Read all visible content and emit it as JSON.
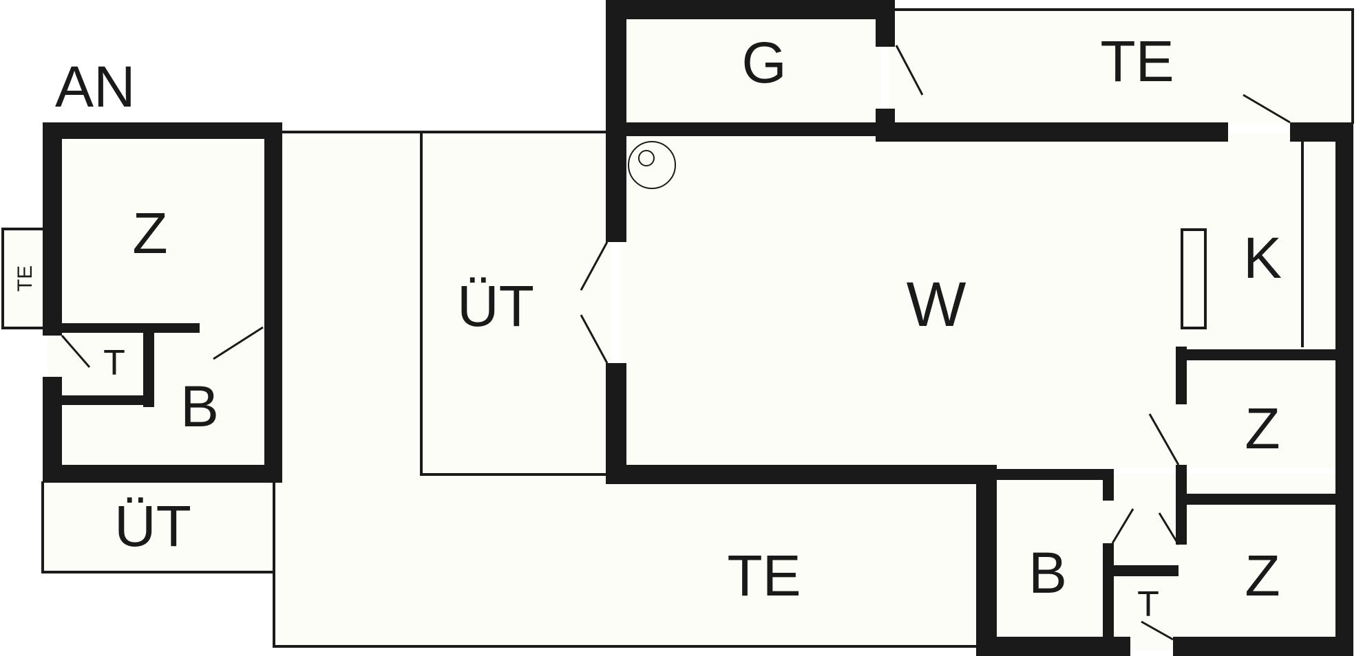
{
  "floorplan": {
    "annex_label": "AN",
    "rooms": {
      "annex_bedroom": "Z",
      "annex_terrace": "TE",
      "annex_toilet": "T",
      "annex_bathroom": "B",
      "annex_covered_terrace": "ÜT",
      "main_covered_terrace": "ÜT",
      "garage": "G",
      "top_terrace": "TE",
      "living_room": "W",
      "kitchen": "K",
      "bedroom_upper": "Z",
      "bedroom_lower": "Z",
      "bottom_terrace": "TE",
      "main_bathroom": "B",
      "main_toilet": "T"
    }
  }
}
